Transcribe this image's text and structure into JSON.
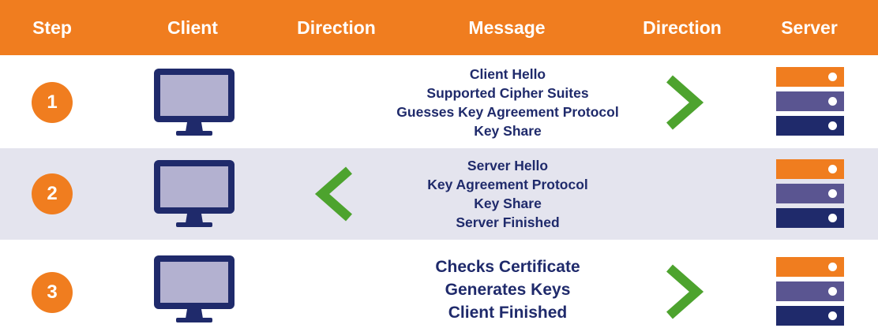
{
  "header": {
    "step": "Step",
    "client": "Client",
    "direction_left": "Direction",
    "message": "Message",
    "direction_right": "Direction",
    "server": "Server"
  },
  "colors": {
    "orange": "#f07d1f",
    "navy": "#1f2a6b",
    "purple": "#5a5591",
    "green": "#4da32e",
    "screen": "#b3b1d0",
    "row_shade": "#e4e4ee"
  },
  "rows": [
    {
      "step": "1",
      "direction": "client-to-server",
      "arrow_icon": "chevron-right-icon",
      "messages": [
        "Client Hello",
        "Supported Cipher Suites",
        "Guesses Key Agreement Protocol",
        "Key Share"
      ]
    },
    {
      "step": "2",
      "direction": "server-to-client",
      "arrow_icon": "chevron-left-icon",
      "messages": [
        "Server Hello",
        "Key Agreement Protocol",
        "Key Share",
        "Server Finished"
      ]
    },
    {
      "step": "3",
      "direction": "client-to-server",
      "arrow_icon": "chevron-right-icon",
      "messages": [
        "Checks Certificate",
        "Generates Keys",
        "Client Finished"
      ]
    }
  ]
}
